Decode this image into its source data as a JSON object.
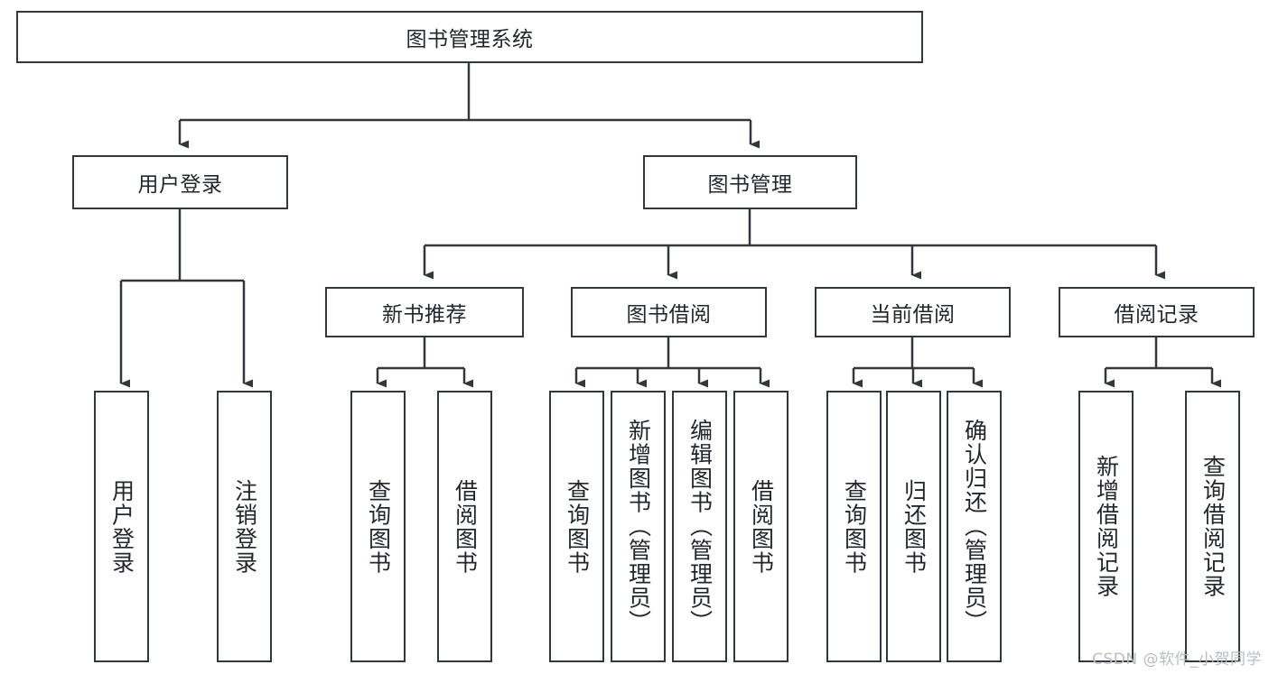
{
  "diagram": {
    "title": "图书管理系统",
    "type": "hierarchy-tree",
    "watermark": "CSDN @软件_小贺同学",
    "colors": {
      "stroke": "#33363b",
      "fill": "#ffffff",
      "text": "#23272c",
      "watermark": "#b9bcc0"
    },
    "levels": {
      "root": {
        "label": "图书管理系统"
      },
      "level2": [
        {
          "label": "用户登录"
        },
        {
          "label": "图书管理"
        }
      ],
      "level3": [
        {
          "label": "新书推荐"
        },
        {
          "label": "图书借阅"
        },
        {
          "label": "当前借阅"
        },
        {
          "label": "借阅记录"
        }
      ],
      "leaves": [
        {
          "label": "用户登录",
          "parent": "用户登录"
        },
        {
          "label": "注销登录",
          "parent": "用户登录"
        },
        {
          "label": "查询图书",
          "parent": "新书推荐"
        },
        {
          "label": "借阅图书",
          "parent": "新书推荐"
        },
        {
          "label": "查询图书",
          "parent": "图书借阅"
        },
        {
          "label": "新增图书（管理员）",
          "parent": "图书借阅"
        },
        {
          "label": "编辑图书（管理员）",
          "parent": "图书借阅"
        },
        {
          "label": "借阅图书",
          "parent": "图书借阅"
        },
        {
          "label": "查询图书",
          "parent": "当前借阅"
        },
        {
          "label": "归还图书",
          "parent": "当前借阅"
        },
        {
          "label": "确认归还（管理员）",
          "parent": "当前借阅"
        },
        {
          "label": "新增借阅记录",
          "parent": "借阅记录"
        },
        {
          "label": "查询借阅记录",
          "parent": "借阅记录"
        }
      ]
    }
  }
}
